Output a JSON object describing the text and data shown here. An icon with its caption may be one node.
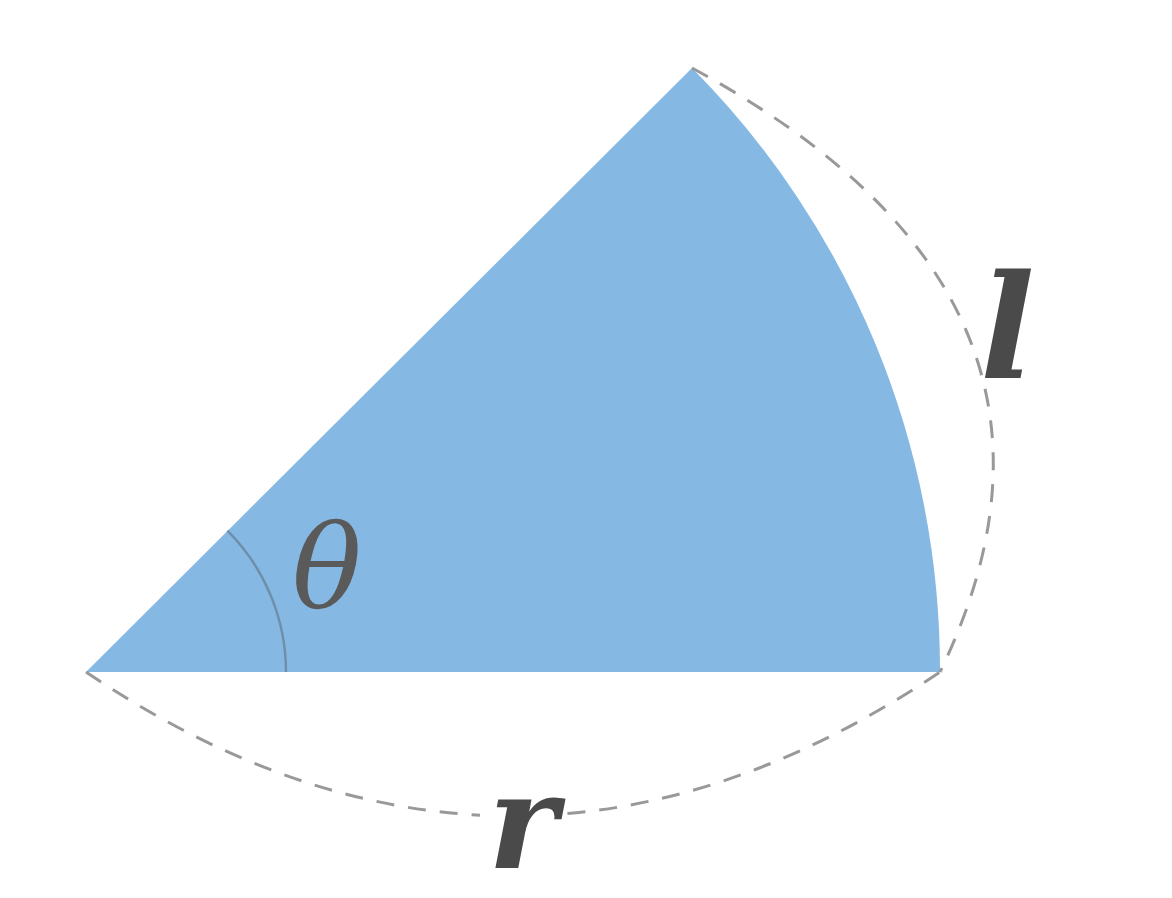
{
  "diagram": {
    "labels": [
      "θ",
      "l",
      "r"
    ]
  }
}
